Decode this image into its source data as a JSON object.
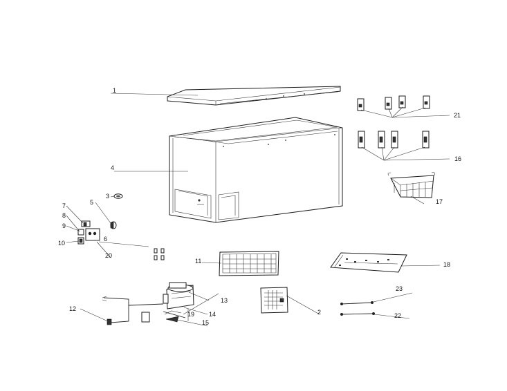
{
  "diagram": {
    "callouts": [
      {
        "id": "1"
      },
      {
        "id": "2"
      },
      {
        "id": "3"
      },
      {
        "id": "4"
      },
      {
        "id": "5"
      },
      {
        "id": "6"
      },
      {
        "id": "7"
      },
      {
        "id": "8"
      },
      {
        "id": "9"
      },
      {
        "id": "10"
      },
      {
        "id": "11"
      },
      {
        "id": "12"
      },
      {
        "id": "13"
      },
      {
        "id": "14"
      },
      {
        "id": "15"
      },
      {
        "id": "16"
      },
      {
        "id": "17"
      },
      {
        "id": "18"
      },
      {
        "id": "19"
      },
      {
        "id": "20"
      },
      {
        "id": "21"
      },
      {
        "id": "22"
      },
      {
        "id": "23"
      }
    ]
  }
}
